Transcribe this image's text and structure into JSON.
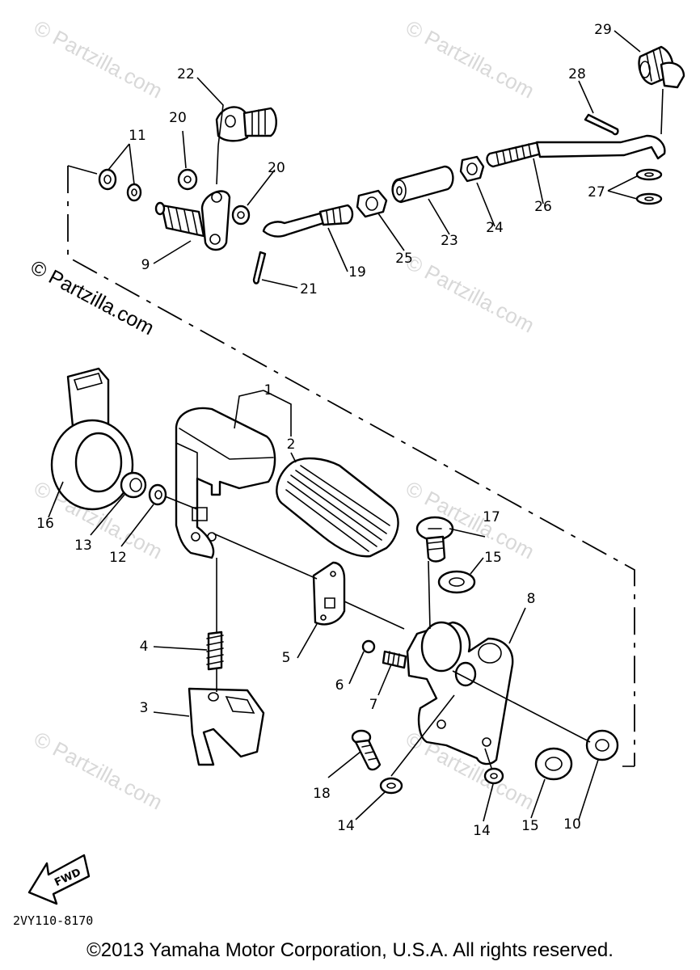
{
  "watermark": {
    "text": "© Partzilla.com"
  },
  "callouts": {
    "c1": "1",
    "c2": "2",
    "c3": "3",
    "c4": "4",
    "c5": "5",
    "c6": "6",
    "c7": "7",
    "c8": "8",
    "c9": "9",
    "c10": "10",
    "c11": "11",
    "c12": "12",
    "c13": "13",
    "c14a": "14",
    "c14b": "14",
    "c15a": "15",
    "c15b": "15",
    "c16": "16",
    "c17": "17",
    "c18": "18",
    "c19": "19",
    "c20a": "20",
    "c20b": "20",
    "c21": "21",
    "c22": "22",
    "c23": "23",
    "c24": "24",
    "c25": "25",
    "c26": "26",
    "c27": "27",
    "c28": "28",
    "c29": "29"
  },
  "fwd_label": "FWD",
  "diagram_code": "2VY110-8170",
  "copyright": "©2013 Yamaha Motor Corporation, U.S.A. All rights reserved."
}
